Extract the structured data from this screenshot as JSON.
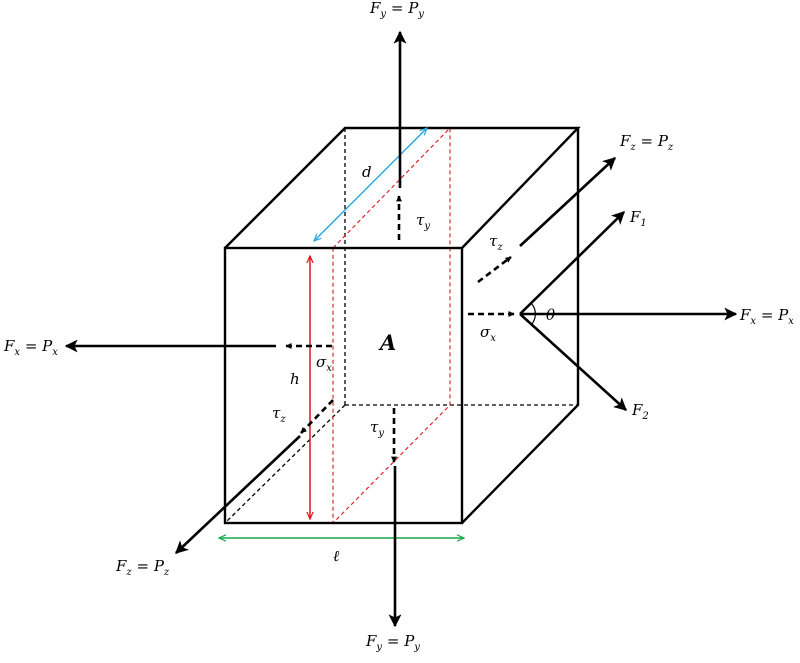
{
  "labels": {
    "fy": "F",
    "fy_sub": "y",
    "py": "P",
    "py_sub": "y",
    "fx": "F",
    "fx_sub": "x",
    "px": "P",
    "px_sub": "x",
    "fz": "F",
    "fz_sub": "z",
    "pz": "P",
    "pz_sub": "z",
    "equals": " = ",
    "f1": "F",
    "f1_sub": "1",
    "f2": "F",
    "f2_sub": "2",
    "theta": "θ",
    "sigma": "σ",
    "sigma_sub": "x",
    "tau": "τ",
    "tau_y_sub": "y",
    "tau_z_sub": "z",
    "area": "A",
    "depth": "d",
    "height": "h",
    "length": "ℓ"
  },
  "colors": {
    "edges": "#000000",
    "section_plane": "#e0141e",
    "depth_dimension": "#29a8e0",
    "height_dimension": "#e0141e",
    "length_dimension": "#1aa84a"
  }
}
